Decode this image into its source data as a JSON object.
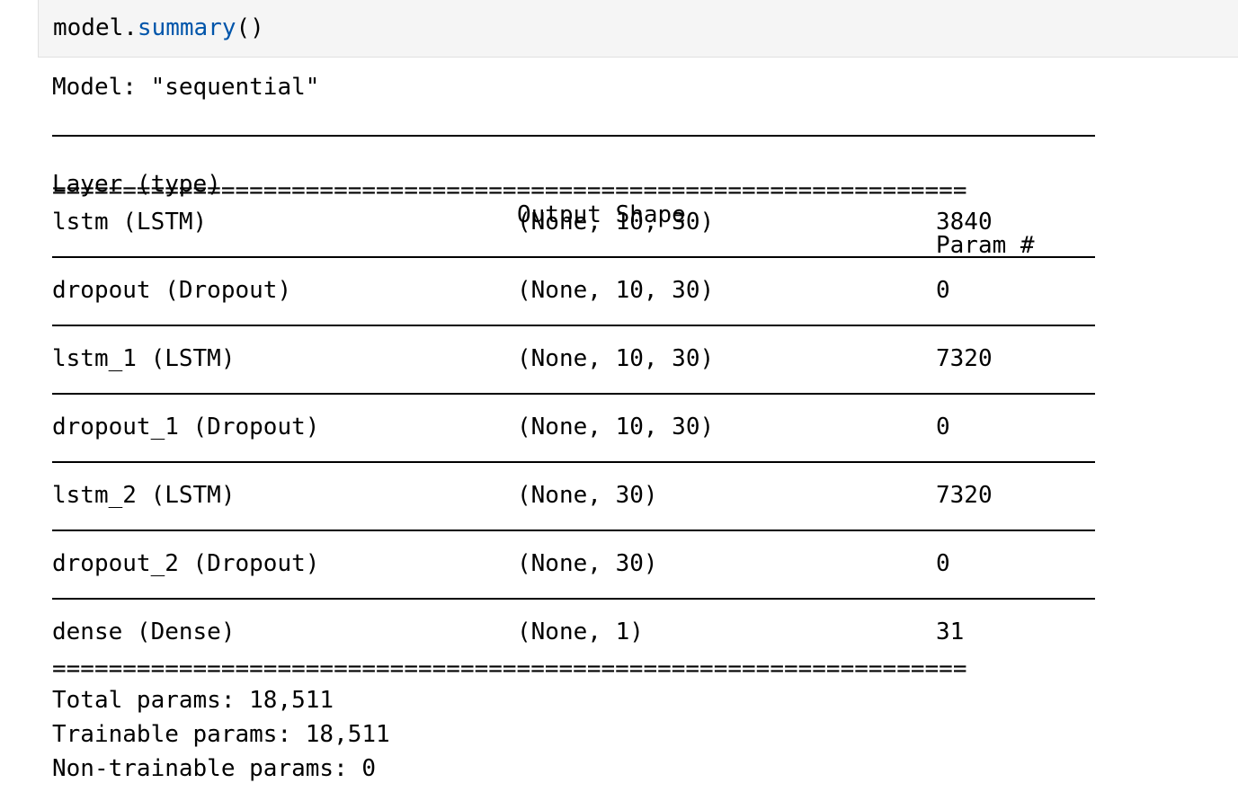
{
  "cell": {
    "code_object": "model.",
    "code_method": "summary",
    "code_suffix": "()"
  },
  "output": {
    "model_line": "Model: \"sequential\"",
    "headers": {
      "layer": "Layer (type)",
      "shape": "Output Shape",
      "params": "Param #"
    },
    "separator": "=================================================================",
    "rows": [
      {
        "layer": "lstm (LSTM)",
        "shape": "(None, 10, 30)",
        "params": "3840"
      },
      {
        "layer": "dropout (Dropout)",
        "shape": "(None, 10, 30)",
        "params": "0"
      },
      {
        "layer": "lstm_1 (LSTM)",
        "shape": "(None, 10, 30)",
        "params": "7320"
      },
      {
        "layer": "dropout_1 (Dropout)",
        "shape": "(None, 10, 30)",
        "params": "0"
      },
      {
        "layer": "lstm_2 (LSTM)",
        "shape": "(None, 30)",
        "params": "7320"
      },
      {
        "layer": "dropout_2 (Dropout)",
        "shape": "(None, 30)",
        "params": "0"
      },
      {
        "layer": "dense (Dense)",
        "shape": "(None, 1)",
        "params": "31"
      }
    ],
    "total_params": "Total params: 18,511",
    "trainable_params": "Trainable params: 18,511",
    "non_trainable_params": "Non-trainable params: 0"
  }
}
